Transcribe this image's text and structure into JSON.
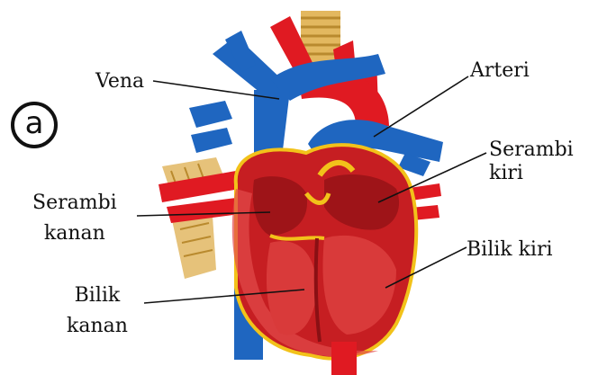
{
  "badge": "a",
  "labels": {
    "vena": "Vena",
    "arteri": "Arteri",
    "serambi_kanan": [
      "Serambi",
      "kanan"
    ],
    "serambi_kiri": [
      "Serambi",
      "kiri"
    ],
    "bilik_kiri": "Bilik kiri",
    "bilik_kanan": [
      "Bilik",
      "kanan"
    ]
  },
  "colors": {
    "vein_blue": "#1f66c0",
    "artery_red": "#e0141b",
    "chamber_red": "#d8262a",
    "fat_yellow": "#f2c21a",
    "trachea_tan": "#e8c070"
  }
}
